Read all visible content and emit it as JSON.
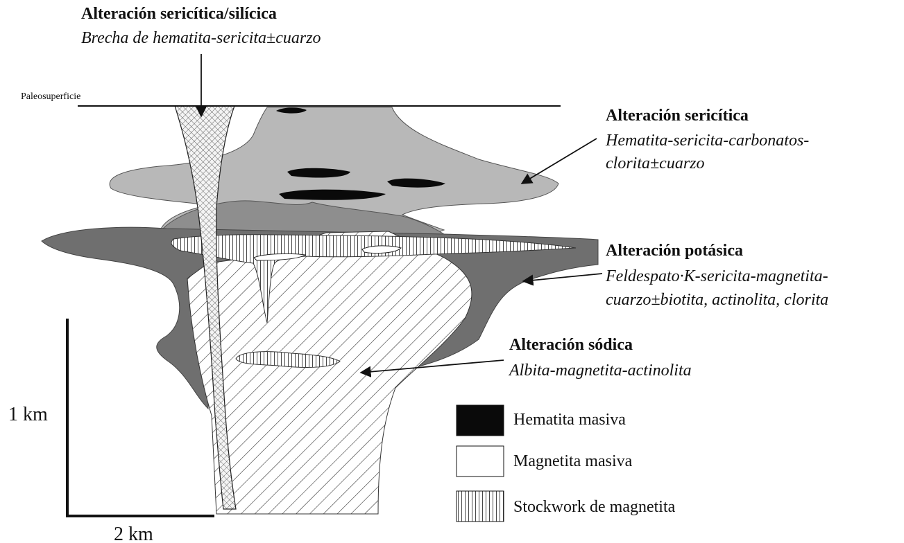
{
  "surface_label": "Paleosuperficie",
  "zones": {
    "silicic": {
      "title": "Alteración sericítica/silícica",
      "desc": "Brecha de hematita-sericita±cuarzo"
    },
    "sericitic": {
      "title": "Alteración sericítica",
      "desc_1": "Hematita-sericita-carbonatos-",
      "desc_2": "clorita±cuarzo"
    },
    "potassic": {
      "title": "Alteración potásica",
      "desc_1": "Feldespato·K-sericita-magnetita-",
      "desc_2": "cuarzo±biotita, actinolita, clorita"
    },
    "sodic": {
      "title": "Alteración sódica",
      "desc": "Albita-magnetita-actinolita"
    }
  },
  "scale": {
    "vertical": "1 km",
    "horizontal": "2 km"
  },
  "legend": [
    {
      "label": "Hematita masiva"
    },
    {
      "label": "Magnetita masiva"
    },
    {
      "label": "Stockwork de magnetita"
    }
  ],
  "colors": {
    "sericitic_fill": "#b8b8b8",
    "sericitic_inner": "#8e8e8e",
    "potassic_fill": "#6f6f6f",
    "hematite": "#0a0a0a",
    "magnetite": "#ffffff",
    "outline": "#111111"
  }
}
